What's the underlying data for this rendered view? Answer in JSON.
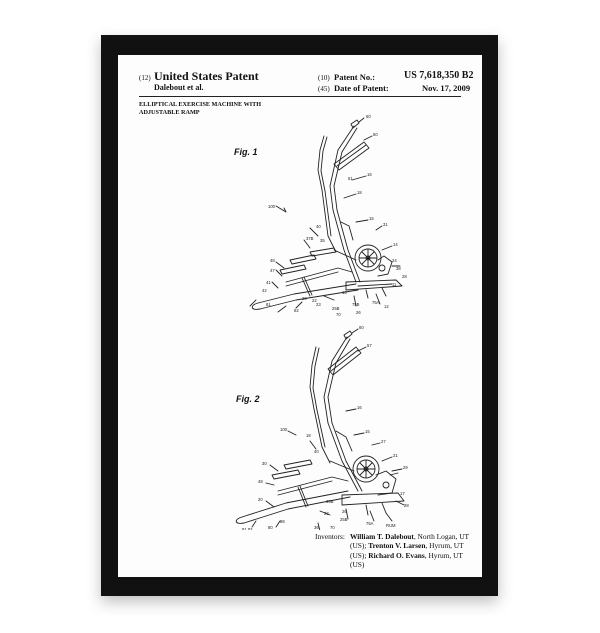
{
  "patent": {
    "country_code": "(12)",
    "country_title": "United States Patent",
    "authors": "Dalebout et al.",
    "number_code": "(10)",
    "number_label": "Patent No.:",
    "number_value": "US 7,618,350 B2",
    "date_code": "(45)",
    "date_label": "Date of Patent:",
    "date_value": "Nov. 17, 2009",
    "title_line1": "ELLIPTICAL EXERCISE MACHINE WITH",
    "title_line2": "ADJUSTABLE RAMP"
  },
  "figures": {
    "fig1": {
      "label": "Fig. 1",
      "refs": [
        "60",
        "50",
        "16",
        "51",
        "18",
        "15",
        "31",
        "14",
        "100",
        "37B",
        "40",
        "35",
        "24",
        "48",
        "47",
        "41",
        "42",
        "20",
        "22",
        "81",
        "82",
        "13",
        "75B",
        "75A",
        "25B",
        "26",
        "70",
        "11",
        "23",
        "28",
        "38",
        "12"
      ]
    },
    "fig2": {
      "label": "Fig. 2",
      "refs": [
        "60",
        "57",
        "16",
        "15",
        "100",
        "30",
        "27",
        "21",
        "29",
        "48",
        "18",
        "40",
        "20",
        "26",
        "23",
        "35B",
        "25B",
        "75A",
        "28",
        "17",
        "81,83",
        "80",
        "88",
        "36",
        "70",
        "RUM"
      ]
    }
  },
  "inventors": {
    "label": "Inventors:",
    "people": [
      {
        "name": "William T. Dalebout",
        "location": ", North Logan, UT (US); "
      },
      {
        "name": "Trenton V. Larsen",
        "location": ", Hyrum, UT (US); "
      },
      {
        "name": "Richard O. Evans",
        "location": ", Hyrum, UT (US)"
      }
    ]
  },
  "colors": {
    "frame": "#111111",
    "paper": "#fdfdfd",
    "ink": "#222222",
    "wall": "#ffffff"
  }
}
